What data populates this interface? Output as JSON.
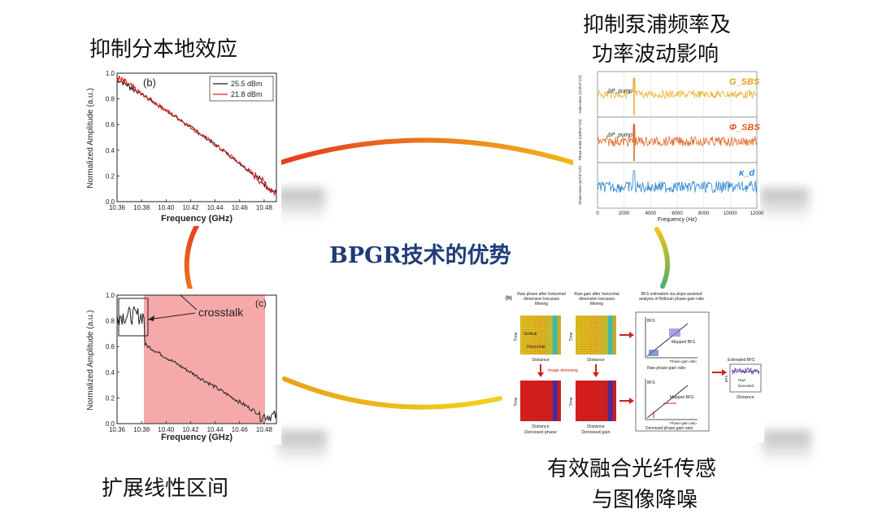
{
  "center_title": "BPGR技术的优势",
  "captions": {
    "top_left": "抑制分本地效应",
    "top_right_line1": "抑制泵浦频率及",
    "top_right_line2": "功率波动影响",
    "bottom_left": "扩展线性区间",
    "bottom_right_line1": "有效融合光纤传感",
    "bottom_right_line2": "与图像降噪"
  },
  "ring_colors": [
    "#e63b1f",
    "#f28a1a",
    "#f2c21a",
    "#8fbf4a",
    "#4fae6a"
  ],
  "plot_b": {
    "panel_label": "(b)",
    "xlabel": "Frequency (GHz)",
    "ylabel": "Normalized Amplitude (a.u.)",
    "x_ticks": [
      "10.36",
      "10.38",
      "10.40",
      "10.42",
      "10.44",
      "10.46",
      "10.48"
    ],
    "y_ticks": [
      "0.0",
      "0.2",
      "0.4",
      "0.6",
      "0.8",
      "1.0"
    ],
    "legend": [
      {
        "label": "25.5 dBm",
        "color": "#222222"
      },
      {
        "label": "21.8 dBm",
        "color": "#e02020"
      }
    ]
  },
  "plot_c": {
    "panel_label": "(c)",
    "annotation": "crosstalk",
    "xlabel": "Frequency (GHz)",
    "ylabel": "Normalized Amplitude (a.u.)",
    "x_ticks": [
      "10.36",
      "10.38",
      "10.40",
      "10.42",
      "10.44",
      "10.46",
      "10.48"
    ],
    "y_ticks": [
      "0.0",
      "0.2",
      "0.4",
      "0.6",
      "0.8",
      "1.0"
    ],
    "shade_color": "#f6a9a9"
  },
  "noise_plot": {
    "labels": [
      "G_SBS",
      "Φ_SBS",
      "κ_d"
    ],
    "label_colors": [
      "#e3a21a",
      "#e05a1a",
      "#2a7fc9"
    ],
    "trace_colors": [
      "#e8b432",
      "#e06a2a",
      "#2f86cf"
    ],
    "delta_label": "ΔP_pump",
    "ylabels": [
      "Gain noise (AU/Hz^1/2)",
      "Phase noise (rad/Hz^1/2)",
      "Strain noise (nε/Hz^1/2)"
    ],
    "xlabel": "Frequency (Hz)",
    "x_ticks": [
      "0",
      "2000",
      "4000",
      "6000",
      "8000",
      "10000",
      "12000"
    ]
  },
  "flow_diagram": {
    "panel_label": "(b)",
    "col1_title": "Raw phase after horizontal dimension low-pass filtering",
    "col2_title": "Raw gain after horizontal dimension low-pass filtering",
    "bfs_title": "BFS estimation via slope-assisted analysis of Brillouin phase-gain ratio",
    "time": "Time",
    "distance": "Distance",
    "vertical": "Vertical",
    "horizontal": "Horizontal",
    "image_denoising": "Image denoising",
    "denoised_phase": "Denoised phase",
    "denoised_gain": "Denoised gain",
    "bfs": "BFS",
    "mapped_bfs": "Mapped BFS",
    "phase_gain_ratio": "Phase-gain ratio",
    "raw_ratio": "Raw phase-gain ratio",
    "denoised_ratio": "Denoised phase-gain ratio",
    "estimated_bfs": "Estimated BFS",
    "raw": "Raw",
    "denoised": "Denoised"
  }
}
